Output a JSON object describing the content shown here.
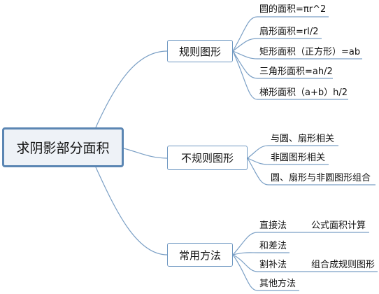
{
  "root": {
    "label": "求阴影部分面积"
  },
  "branches": [
    {
      "label": "规则图形",
      "leaves": [
        {
          "label": "圆的面积=πr^2"
        },
        {
          "label": "扇形面积=rl/2"
        },
        {
          "label": "矩形面积（正方形）=ab"
        },
        {
          "label": "三角形面积=ah/2"
        },
        {
          "label": "梯形面积（a+b）h/2"
        }
      ]
    },
    {
      "label": "不规则图形",
      "leaves": [
        {
          "label": "与圆、扇形相关"
        },
        {
          "label": "非圆图形相关"
        },
        {
          "label": "圆、扇形与非圆图形组合"
        }
      ]
    },
    {
      "label": "常用方法",
      "leaves": [
        {
          "label": "直接法",
          "note": "公式面积计算"
        },
        {
          "label": "和差法"
        },
        {
          "label": "割补法",
          "note": "组合成规则图形"
        },
        {
          "label": "其他方法"
        }
      ]
    }
  ],
  "colors": {
    "edge": "#7a9fc5",
    "root_border": "#5b86b3",
    "root_fill": "#eef2f7",
    "branch_border": "#6f98c2"
  }
}
